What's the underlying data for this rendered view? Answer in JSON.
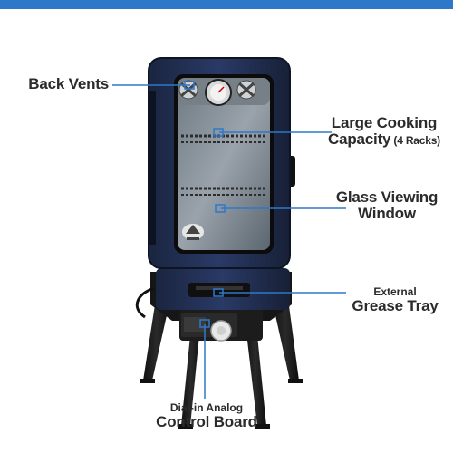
{
  "header_bar_color": "#2e78c9",
  "accent_line_color": "#2e78c9",
  "labels": {
    "back_vents": "Back Vents",
    "cooking_line1": "Large Cooking",
    "cooking_line2_main": "Capacity",
    "cooking_line2_sub": " (4 Racks)",
    "window_line1": "Glass Viewing",
    "window_line2": "Window",
    "grease_line1": "External",
    "grease_line2": "Grease Tray",
    "control_line1": "Dial-in Analog",
    "control_line2": "Control Board"
  }
}
